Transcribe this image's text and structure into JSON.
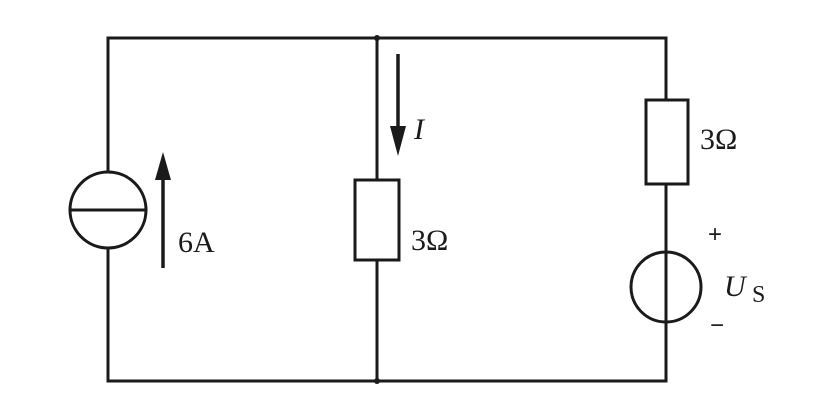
{
  "circuit": {
    "current_source": {
      "value_label": "6A"
    },
    "middle_branch": {
      "resistor_label": "3Ω",
      "current_label": "I"
    },
    "right_branch": {
      "resistor_label": "3Ω",
      "voltage_source": {
        "symbol": "U",
        "subscript": "S",
        "plus": "+",
        "minus": "−"
      }
    }
  }
}
